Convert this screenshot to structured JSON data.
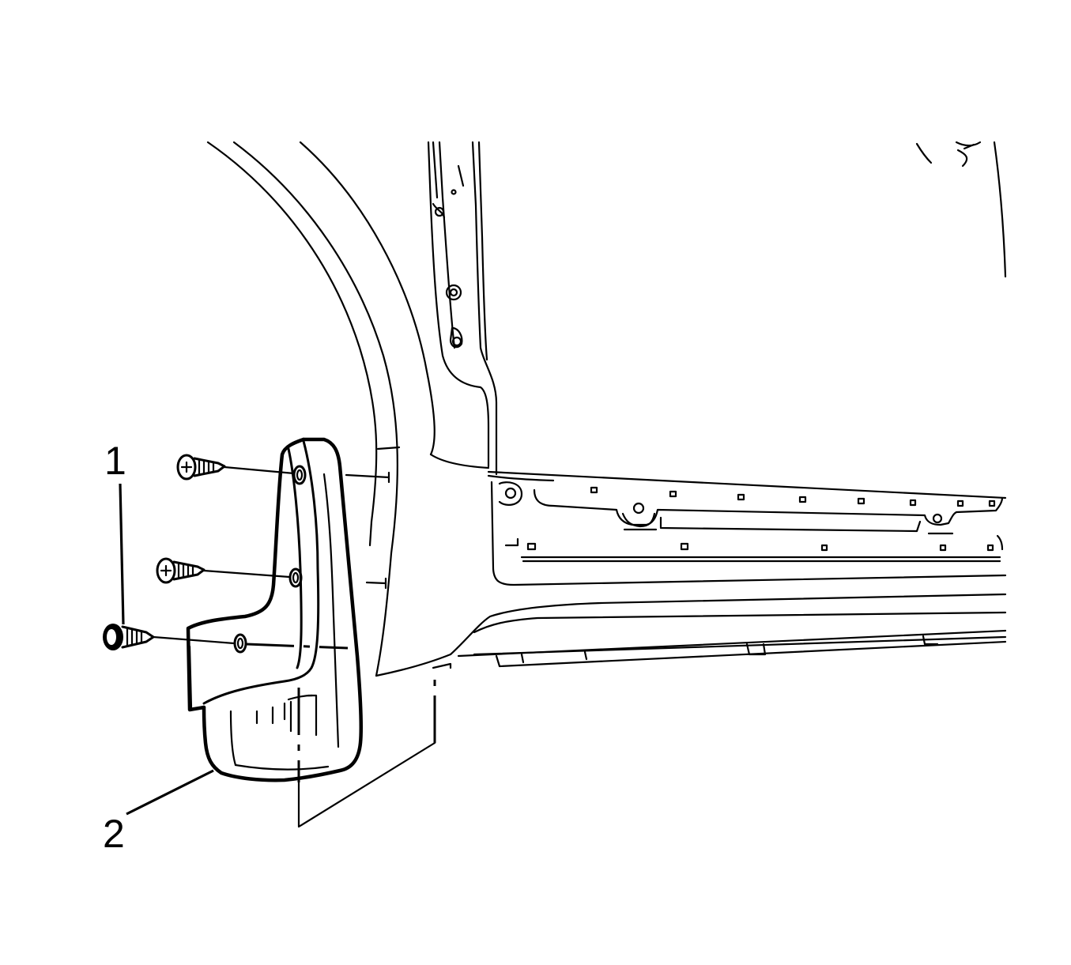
{
  "diagram": {
    "callouts": [
      {
        "id": "1",
        "label": "1"
      },
      {
        "id": "2",
        "label": "2"
      }
    ],
    "colors": {
      "line": "#000000",
      "background": "#ffffff"
    }
  }
}
